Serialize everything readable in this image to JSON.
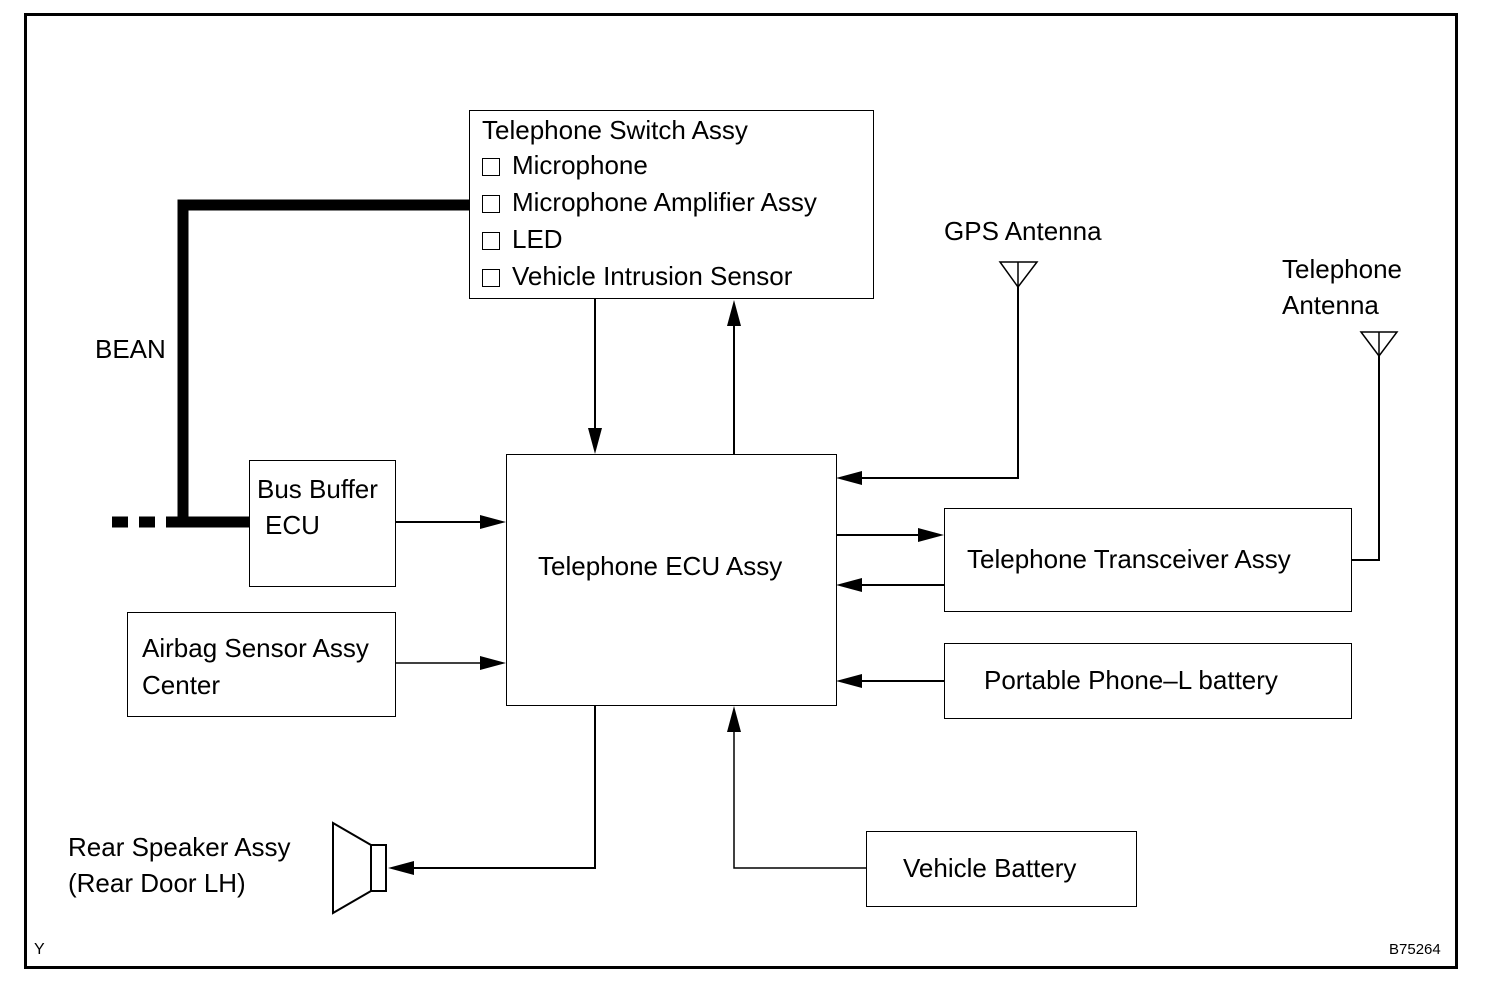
{
  "diagram": {
    "type": "block-diagram",
    "bus_label": "BEAN",
    "components": {
      "switch": {
        "title": "Telephone Switch Assy",
        "items": [
          "Microphone",
          "Microphone Amplifier Assy",
          "LED",
          "Vehicle Intrusion Sensor"
        ]
      },
      "bus_buffer": {
        "line1": "Bus Buffer",
        "line2": "ECU"
      },
      "airbag": {
        "line1": "Airbag Sensor Assy",
        "line2": "Center"
      },
      "ecu": {
        "label": "Telephone ECU Assy"
      },
      "transceiver": {
        "label": "Telephone Transceiver Assy"
      },
      "portable_battery": {
        "label": "Portable Phone–L battery"
      },
      "vehicle_battery": {
        "label": "Vehicle Battery"
      },
      "gps_antenna": {
        "label": "GPS Antenna"
      },
      "tel_antenna": {
        "line1": "Telephone",
        "line2": "Antenna"
      },
      "speaker": {
        "line1": "Rear Speaker Assy",
        "line2": "(Rear Door LH)"
      }
    },
    "connections": [
      {
        "from": "Telephone Switch Assy",
        "to": "Telephone ECU Assy"
      },
      {
        "from": "Telephone ECU Assy",
        "to": "Telephone Switch Assy"
      },
      {
        "from": "GPS Antenna",
        "to": "Telephone ECU Assy"
      },
      {
        "from": "Bus Buffer ECU",
        "to": "Telephone ECU Assy"
      },
      {
        "from": "Airbag Sensor Assy Center",
        "to": "Telephone ECU Assy"
      },
      {
        "from": "Telephone ECU Assy",
        "to": "Telephone Transceiver Assy"
      },
      {
        "from": "Telephone Transceiver Assy",
        "to": "Telephone ECU Assy"
      },
      {
        "from": "Telephone Antenna",
        "to": "Telephone Transceiver Assy"
      },
      {
        "from": "Portable Phone–L battery",
        "to": "Telephone ECU Assy"
      },
      {
        "from": "Vehicle Battery",
        "to": "Telephone ECU Assy"
      },
      {
        "from": "Telephone ECU Assy",
        "to": "Rear Speaker Assy"
      },
      {
        "from": "BEAN bus",
        "to": "Bus Buffer ECU"
      },
      {
        "from": "BEAN bus",
        "to": "Telephone Switch Assy"
      }
    ],
    "corner_left": "Y",
    "figure_code": "B75264"
  }
}
